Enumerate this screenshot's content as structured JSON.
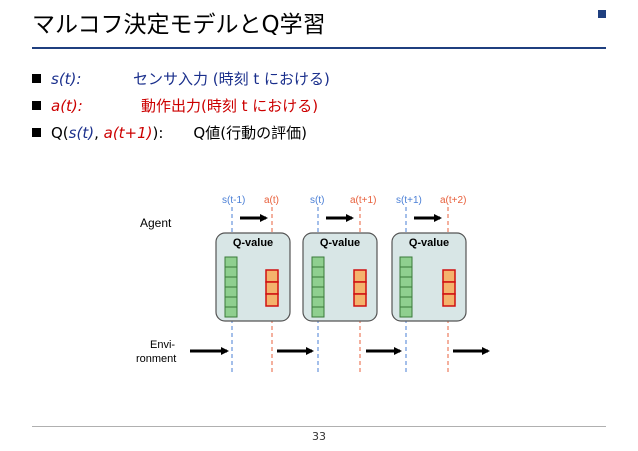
{
  "slide": {
    "title": "マルコフ決定モデルとQ学習",
    "page_number": "33"
  },
  "bullets": [
    {
      "term": "s(t):",
      "desc": "センサ入力 (時刻 t における)"
    },
    {
      "term": "a(t):",
      "desc": "動作出力(時刻 t における)"
    },
    {
      "term_parts": [
        "Q(",
        "s(t)",
        ", ",
        "a(t+1)",
        "):"
      ],
      "desc": "Q値(行動の評価)"
    }
  ],
  "diagram": {
    "agent_label": "Agent",
    "env_label_line1": "Envi-",
    "env_label_line2": "ronment",
    "box_label": "Q-value",
    "time_labels": [
      "s(t-1)",
      "a(t)",
      "s(t)",
      "a(t+1)",
      "s(t+1)",
      "a(t+2)"
    ],
    "colors": {
      "state": "#4a7fd6",
      "action": "#e8603c",
      "box_fill": "#d8e6e6",
      "green_cell": "#8fcf8f",
      "orange_cell": "#f4b36c"
    }
  }
}
